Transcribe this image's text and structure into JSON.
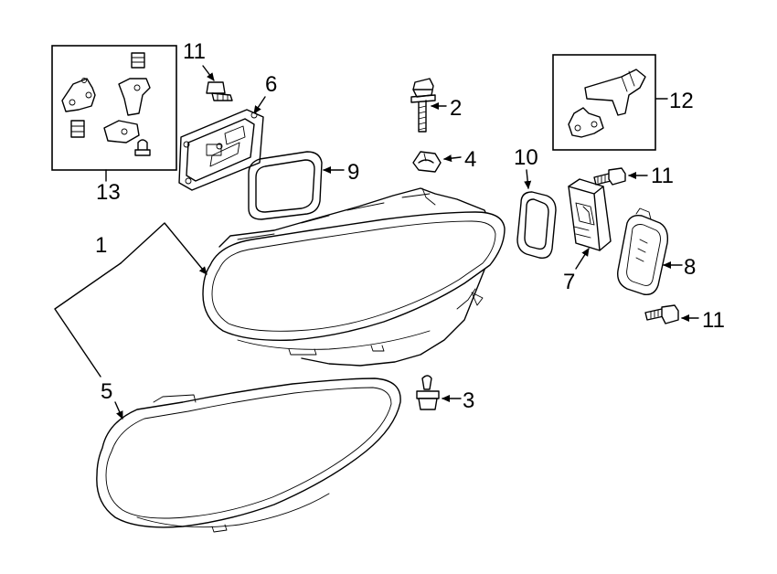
{
  "labels": {
    "l1": "1",
    "l2": "2",
    "l3": "3",
    "l4": "4",
    "l5": "5",
    "l6": "6",
    "l7": "7",
    "l8": "8",
    "l9": "9",
    "l10": "10",
    "l11a": "11",
    "l11b": "11",
    "l11c": "11",
    "l12": "12",
    "l13": "13"
  }
}
